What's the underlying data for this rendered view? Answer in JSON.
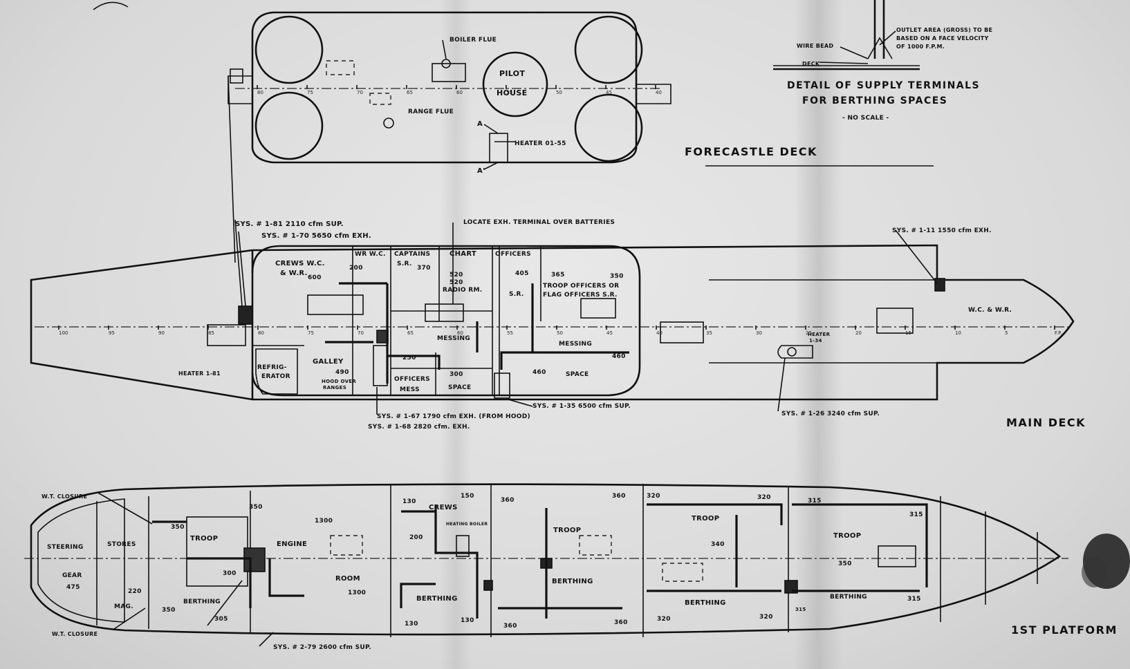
{
  "forecastle": {
    "title": "FORECASTLE DECK",
    "boiler_flue": "BOILER FLUE",
    "pilot": "PILOT",
    "house": "HOUSE",
    "range_flue": "RANGE FLUE",
    "heater": "HEATER 01-55",
    "section_a": "A",
    "section_a2": "A'",
    "frames": [
      "80",
      "75",
      "70",
      "65",
      "60",
      "55",
      "50",
      "45",
      "40"
    ]
  },
  "detail": {
    "title_line1": "DETAIL OF SUPPLY TERMINALS",
    "title_line2": "FOR BERTHING SPACES",
    "no_scale": "- NO SCALE -",
    "outlet_line1": "OUTLET AREA (GROSS) TO BE",
    "outlet_line2": "BASED ON A FACE VELOCITY",
    "outlet_line3": "OF 1000 F.P.M.",
    "wire_bead": "WIRE BEAD",
    "deck": "DECK"
  },
  "main_deck": {
    "title": "MAIN DECK",
    "sys_181": "SYS. # 1-81  2110 cfm SUP.",
    "sys_170": "SYS. # 1-70  5650 cfm EXH.",
    "locate": "LOCATE EXH. TERMINAL OVER BATTERIES",
    "sys_111": "SYS. # 1-11  1550 cfm EXH.",
    "crews_wc": "CREWS W.C.",
    "wr": "& W.R.",
    "wr_wc": "WR W.C.",
    "captains": "CAPTAINS",
    "sr": "S.R.",
    "chart": "CHART",
    "radio_rm": "RADIO RM.",
    "officers": "OFFICERS",
    "sr2": "S.R.",
    "troop_officers": "TROOP OFFICERS OR",
    "flag_officers": "FLAG OFFICERS S.R.",
    "messing1": "MESSING",
    "messing2": "MESSING",
    "space": "SPACE",
    "space2": "SPACE",
    "galley": "GALLEY",
    "refrig1": "REFRIG-",
    "refrig2": "ERATOR",
    "hood1": "HOOD OVER",
    "hood2": "RANGES",
    "officers_mess1": "OFFICERS",
    "officers_mess2": "MESS",
    "heater_181": "HEATER 1-81",
    "heater_134a": "HEATER",
    "heater_134b": "1-34",
    "wc_wr": "W.C. & W.R.",
    "sys_167": "SYS. # 1-67  1790 cfm EXH. (FROM HOOD)",
    "sys_168": "SYS. # 1-68  2820 cfm. EXH.",
    "sys_135": "SYS. # 1-35  6500 cfm SUP.",
    "sys_126": "SYS. # 1-26  3240 cfm SUP.",
    "values": [
      "600",
      "200",
      "370",
      "520",
      "520",
      "405",
      "365",
      "350",
      "250",
      "490",
      "300",
      "460",
      "460"
    ],
    "frames": [
      "100",
      "95",
      "90",
      "85",
      "80",
      "75",
      "70",
      "65",
      "60",
      "55",
      "50",
      "45",
      "40",
      "35",
      "30",
      "25",
      "20",
      "15",
      "10",
      "5",
      "F.P."
    ]
  },
  "platform": {
    "title": "1ST PLATFORM",
    "wt_closure_top": "W.T. CLOSURE",
    "wt_closure_bot": "W.T. CLOSURE",
    "steering": "STEERING",
    "gear": "GEAR",
    "stores": "STORES",
    "mag": "MAG.",
    "troop1": "TROOP",
    "berthing1": "BERTHING",
    "engine": "ENGINE",
    "room": "ROOM",
    "crews": "CREWS",
    "heating_boiler": "HEATING BOILER",
    "berthing2": "BERTHING",
    "troop2": "TROOP",
    "berthing3": "BERTHING",
    "troop3": "TROOP",
    "berthing4": "BERTHING",
    "troop4": "TROOP",
    "berthing5": "BERTHING",
    "sys_279": "SYS. # 2-79  2600 cfm SUP.",
    "values": [
      "350",
      "350",
      "475",
      "220",
      "350",
      "300",
      "305",
      "1300",
      "1300",
      "130",
      "150",
      "360",
      "200",
      "130",
      "130",
      "360",
      "360",
      "360",
      "320",
      "320",
      "340",
      "320",
      "315",
      "350",
      "320",
      "315",
      "315",
      "315"
    ]
  }
}
